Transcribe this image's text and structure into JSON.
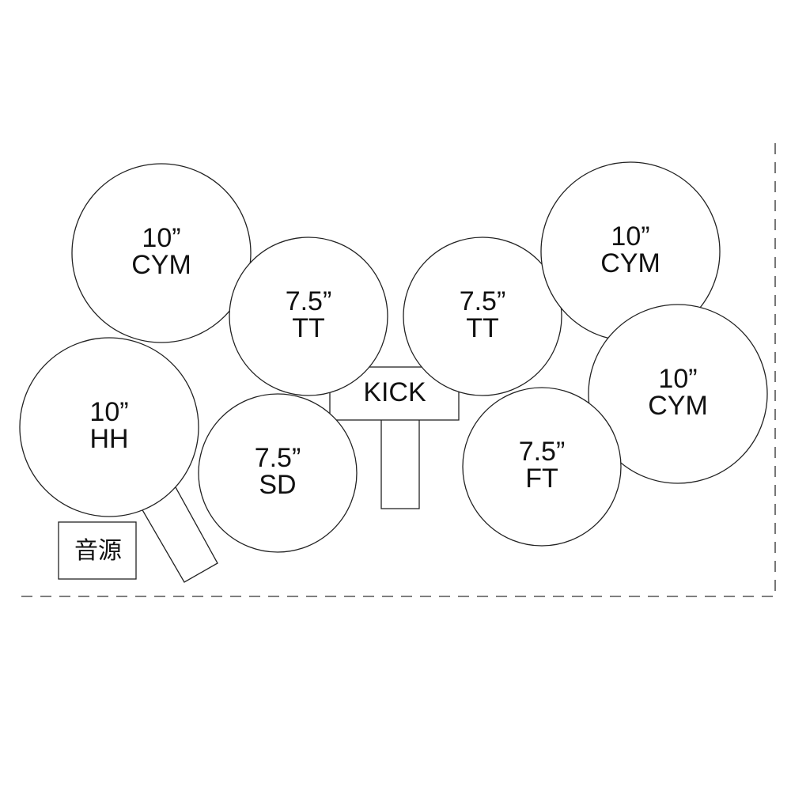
{
  "diagram": {
    "pads": [
      {
        "id": "cym-top-left",
        "size": "10”",
        "type": "CYM"
      },
      {
        "id": "tt-left",
        "size": "7.5”",
        "type": "TT"
      },
      {
        "id": "tt-right",
        "size": "7.5”",
        "type": "TT"
      },
      {
        "id": "cym-top-right",
        "size": "10”",
        "type": "CYM"
      },
      {
        "id": "cym-right",
        "size": "10”",
        "type": "CYM"
      },
      {
        "id": "hh",
        "size": "10”",
        "type": "HH"
      },
      {
        "id": "sd",
        "size": "7.5”",
        "type": "SD"
      },
      {
        "id": "ft",
        "size": "7.5”",
        "type": "FT"
      }
    ],
    "kick_label": "KICK",
    "module_label": "音源"
  }
}
